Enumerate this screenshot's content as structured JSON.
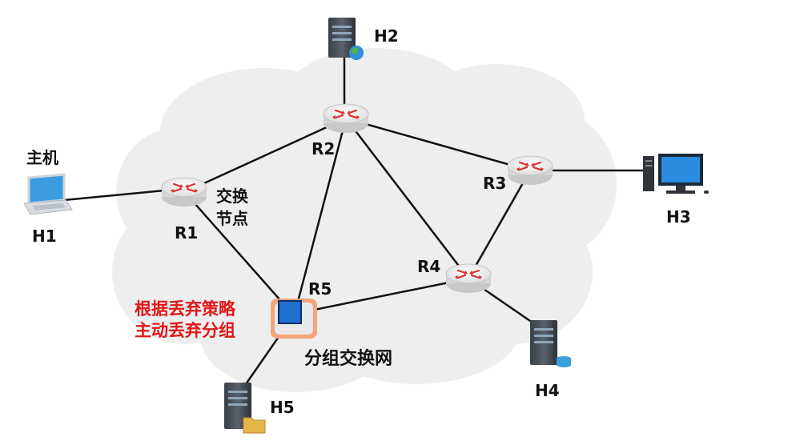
{
  "network_label": "分组交换网",
  "switch_node_label_line1": "交换",
  "switch_node_label_line2": "节点",
  "host_caption": "主机",
  "drop_note_line1": "根据丢弃策略",
  "drop_note_line2": "主动丢弃分组",
  "colors": {
    "cloud": "#eeeeee",
    "router": "#e6e6e6",
    "router_arrows": "#d93030",
    "highlight_router": "#f5a57a",
    "highlight_box": "#1f6fd1",
    "note_text": "#e01818"
  },
  "routers": [
    {
      "id": "R1",
      "label": "R1"
    },
    {
      "id": "R2",
      "label": "R2"
    },
    {
      "id": "R3",
      "label": "R3"
    },
    {
      "id": "R4",
      "label": "R4"
    },
    {
      "id": "R5",
      "label": "R5"
    }
  ],
  "hosts": [
    {
      "id": "H1",
      "label": "H1",
      "icon": "laptop-icon"
    },
    {
      "id": "H2",
      "label": "H2",
      "icon": "web-server-icon"
    },
    {
      "id": "H3",
      "label": "H3",
      "icon": "desktop-computer-icon"
    },
    {
      "id": "H4",
      "label": "H4",
      "icon": "database-server-icon"
    },
    {
      "id": "H5",
      "label": "H5",
      "icon": "file-server-icon"
    }
  ],
  "links": [
    [
      "H1",
      "R1"
    ],
    [
      "R1",
      "R2"
    ],
    [
      "R1",
      "R5"
    ],
    [
      "R2",
      "H2"
    ],
    [
      "R2",
      "R3"
    ],
    [
      "R2",
      "R5"
    ],
    [
      "R2",
      "R4"
    ],
    [
      "R3",
      "H3"
    ],
    [
      "R3",
      "R4"
    ],
    [
      "R4",
      "R5"
    ],
    [
      "R4",
      "H4"
    ],
    [
      "R5",
      "H5"
    ]
  ]
}
